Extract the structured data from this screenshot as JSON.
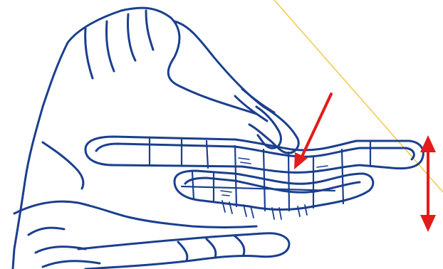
{
  "figure": {
    "line_color": "#1b3f8e",
    "annotation_color": "#e31b1b",
    "accent_line_color": "#f2c94c",
    "background": "#ffffff"
  },
  "annotations": [
    {
      "kind": "pointer-arrow",
      "target": "splint-fold"
    },
    {
      "kind": "double-headed-arrow",
      "meaning": "vertical-shaping"
    }
  ]
}
